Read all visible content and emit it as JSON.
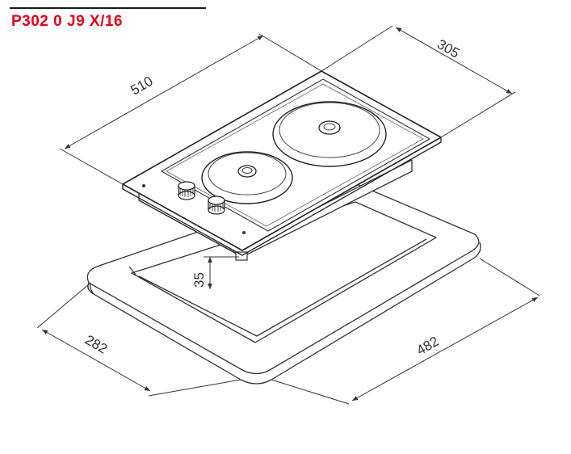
{
  "header": {
    "model_code": "P302 0 J9 X/16",
    "accent_color": "#e3001b"
  },
  "dimensions": {
    "hob_width": "510",
    "hob_depth": "305",
    "cutout_height": "35",
    "cutout_depth": "282",
    "cutout_width": "482"
  },
  "icons": {
    "hob": "electric-hob-icon",
    "knob": "control-knob-icon"
  }
}
